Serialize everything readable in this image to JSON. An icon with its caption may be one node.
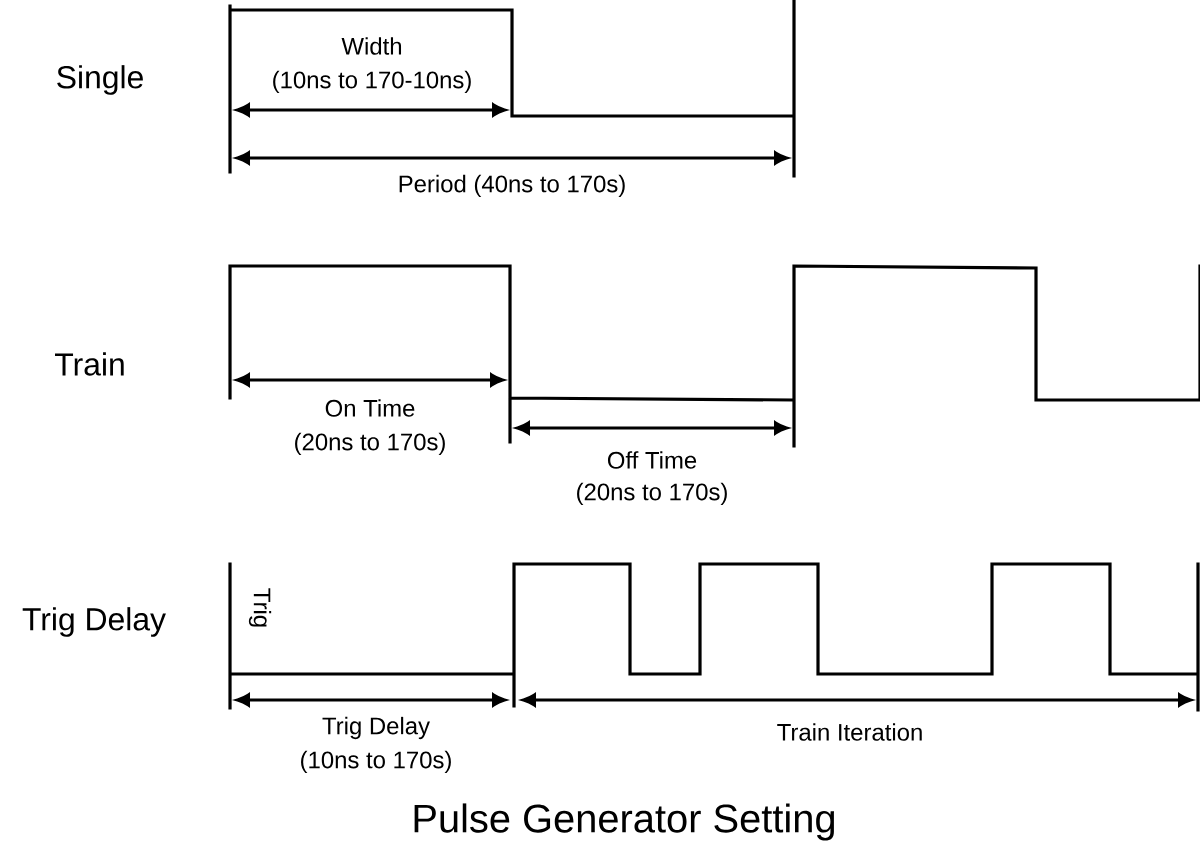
{
  "diagram": {
    "caption": "Pulse Generator Setting",
    "labels": [
      "Single",
      "Width",
      "(10ns to 170-10ns)",
      "Period (40ns to 170s)",
      "Train",
      "On Time",
      "(20ns to 170s)",
      "Off Time",
      "(20ns to 170s)",
      "Trig Delay",
      "Trig",
      "Trig Delay",
      "(10ns to 170s)",
      "Train Iteration"
    ]
  }
}
